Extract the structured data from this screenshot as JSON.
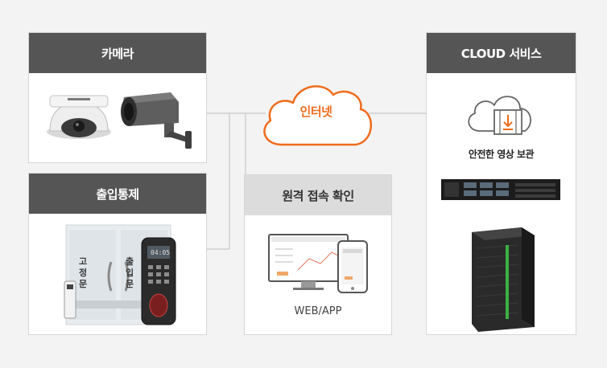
{
  "panels": {
    "camera": {
      "title": "카메라"
    },
    "access": {
      "title": "출입통제",
      "door_left": [
        "고",
        "정",
        "문"
      ],
      "door_right": [
        "출",
        "입",
        "문"
      ],
      "reader_time": "04:05"
    },
    "remote": {
      "title": "원격 접속 확인",
      "caption": "WEB/APP"
    },
    "cloud": {
      "title": "CLOUD 서비스",
      "storage_label": "안전한 영상 보관"
    }
  },
  "internet": {
    "label": "인터넷"
  },
  "colors": {
    "header_dark": "#555555",
    "header_light": "#dcdcdc",
    "accent": "#ef6c1c",
    "connector": "#c8c8c8",
    "server_green": "#3cb043"
  }
}
